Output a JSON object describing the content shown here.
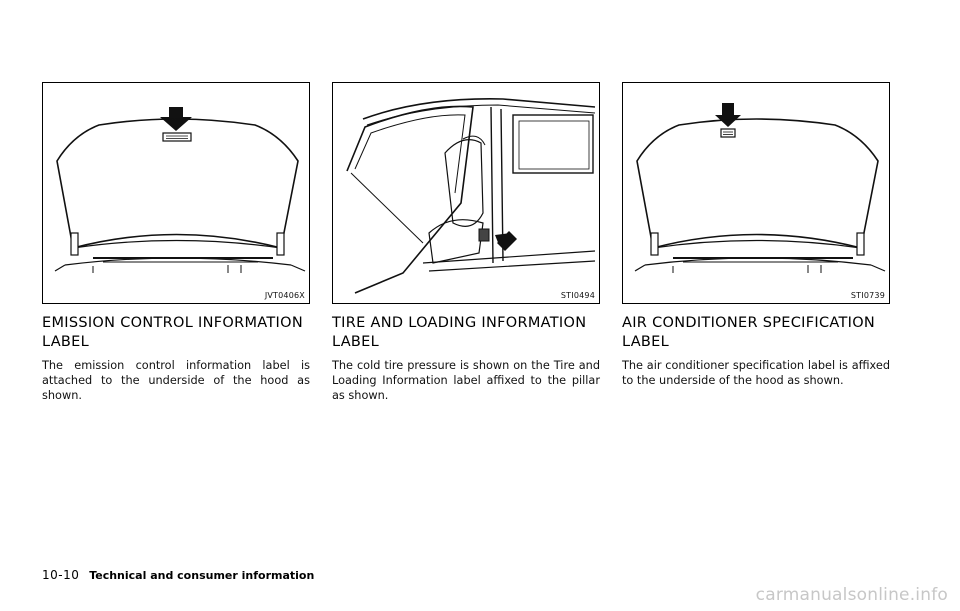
{
  "sections": [
    {
      "fig_code": "JVT0406X",
      "heading": "EMISSION CONTROL INFORMATION LABEL",
      "body": "The emission control information label is attached to the underside of the hood as shown."
    },
    {
      "fig_code": "STI0494",
      "heading": "TIRE AND LOADING INFORMATION LABEL",
      "body": "The cold tire pressure is shown on the Tire and Loading Information label affixed to the pillar as shown."
    },
    {
      "fig_code": "STI0739",
      "heading": "AIR CONDITIONER SPECIFICATION LABEL",
      "body": "The air conditioner specification label is affixed to the underside of the hood as shown."
    }
  ],
  "footer": {
    "page_number": "10-10",
    "section_title": "Technical and consumer information"
  },
  "watermark": "carmanualsonline.info"
}
